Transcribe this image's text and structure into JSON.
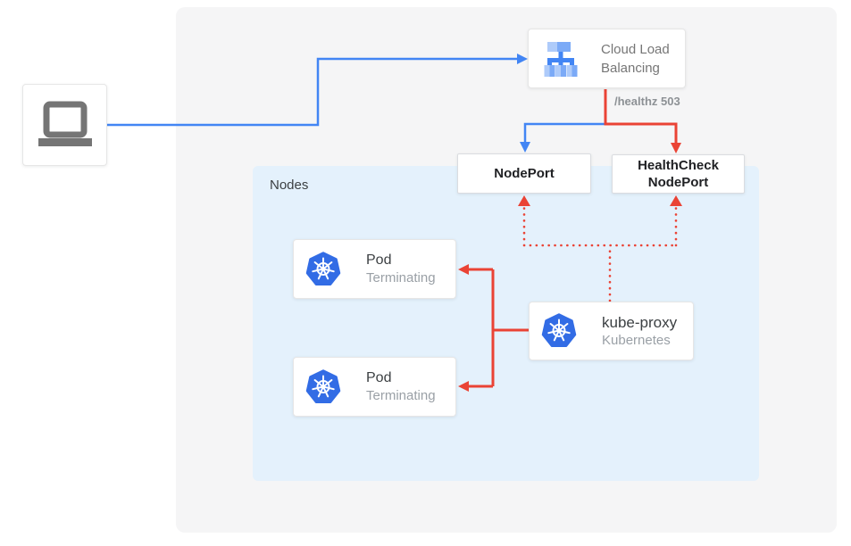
{
  "colors": {
    "blue": "#4285f4",
    "red": "#ea4335",
    "k8s_blue": "#326ce5",
    "clb_light": "#aecbfa",
    "clb_mid": "#7baaf7",
    "canvas_bg": "#f5f5f6",
    "nodes_bg": "#e4f1fc",
    "text_dark": "#3c4043",
    "text_gray": "#9aa0a6",
    "text_black": "#202124",
    "label_gray": "#8d9195",
    "laptop_gray": "#757575"
  },
  "cloud_load_balancing": {
    "label": "Cloud Load Balancing"
  },
  "health_check_edge": {
    "label": "/healthz 503"
  },
  "nodeport": {
    "label": "NodePort"
  },
  "healthcheck_nodeport": {
    "label": "HealthCheck NodePort"
  },
  "nodes_group": {
    "label": "Nodes"
  },
  "pods": [
    {
      "title": "Pod",
      "subtitle": "Terminating"
    },
    {
      "title": "Pod",
      "subtitle": "Terminating"
    }
  ],
  "kube_proxy": {
    "title": "kube-proxy",
    "subtitle": "Kubernetes"
  }
}
